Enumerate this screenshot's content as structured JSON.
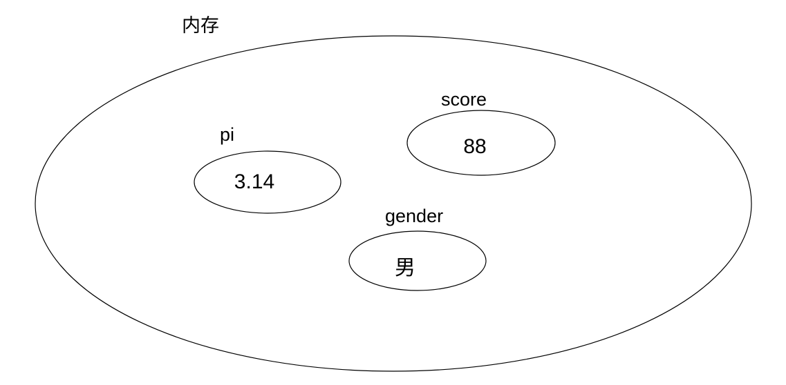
{
  "diagram": {
    "container": {
      "label": "内存"
    },
    "variables": [
      {
        "name": "pi",
        "value": "3.14"
      },
      {
        "name": "score",
        "value": "88"
      },
      {
        "name": "gender",
        "value": "男"
      }
    ],
    "colors": {
      "background": "#ffffff",
      "stroke": "#000000",
      "text": "#000000"
    }
  }
}
